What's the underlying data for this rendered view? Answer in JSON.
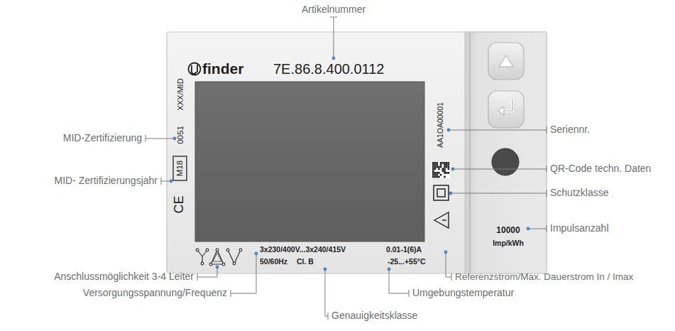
{
  "diagram": {
    "labels": [
      "Artikelnummer",
      "finder",
      "7E.86.8.400.0112",
      "MID-Zertifizierung",
      "XXX/MID",
      "0051",
      "MID- Zertifizierungsjahr",
      "M18",
      "CE",
      "AA1OA00001",
      "Seriennr.",
      "QR-Code techn. Daten",
      "Schutzklasse",
      "10000",
      "Imp/kWh",
      "Impulsanzahl",
      "3x230/400V...3x240/415V",
      "0.01-1(6)A",
      "50/60Hz",
      "Cl. B",
      "-25...+55°C",
      "Referenzstrom/Max. Dauerstrom In / Imax",
      "Anschlussmöglichkeit 3-4 Leiter",
      "Versorgungsspannung/Frequenz",
      "Umgebungstemperatur",
      "Genauigkeitsklasse"
    ]
  }
}
